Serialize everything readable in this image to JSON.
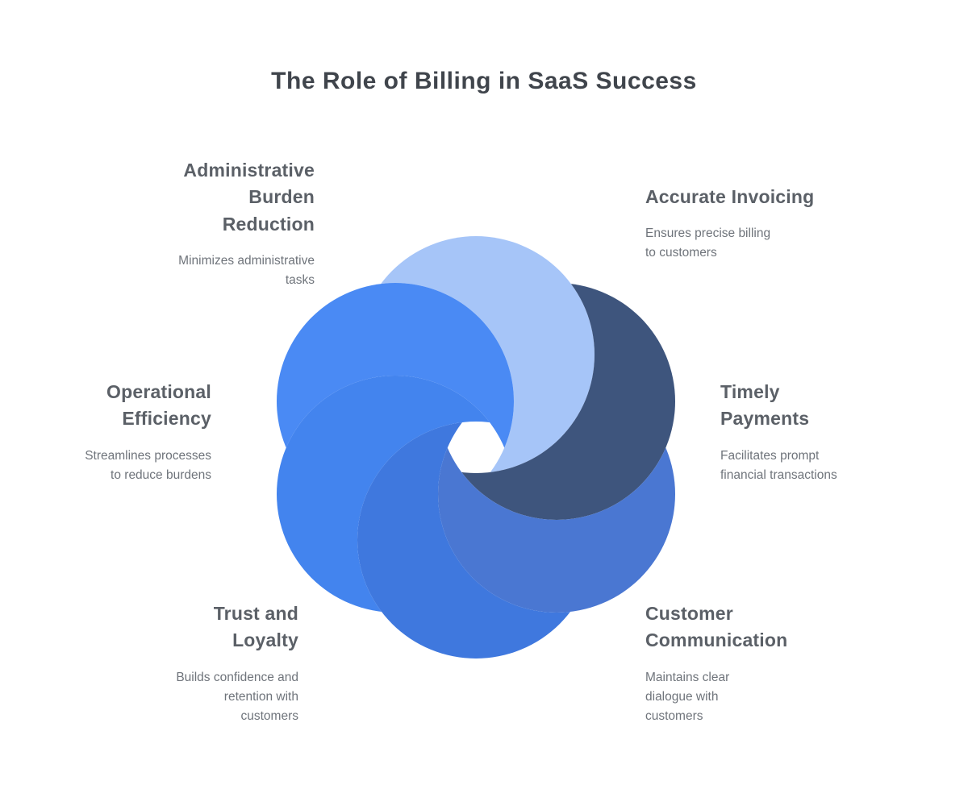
{
  "title": "The Role of Billing in SaaS Success",
  "diagram": {
    "type": "pinwheel",
    "background_color": "#FFFFFF",
    "petal_colors": [
      "#A6C5F8",
      "#3E557D",
      "#4A77D2",
      "#3F78DE",
      "#4384EE",
      "#4A8AF4"
    ],
    "title_color": "#40454C",
    "heading_color": "#5B6067",
    "description_color": "#6F747B"
  },
  "sections": [
    {
      "id": "administrative-burden-reduction",
      "title": "Administrative Burden Reduction",
      "description": "Minimizes administrative tasks"
    },
    {
      "id": "accurate-invoicing",
      "title": "Accurate Invoicing",
      "description": "Ensures precise billing to customers"
    },
    {
      "id": "timely-payments",
      "title": "Timely Payments",
      "description": "Facilitates prompt financial transactions"
    },
    {
      "id": "customer-communication",
      "title": "Customer Communication",
      "description": "Maintains clear dialogue with customers"
    },
    {
      "id": "trust-and-loyalty",
      "title": "Trust and Loyalty",
      "description": "Builds confidence and retention with customers"
    },
    {
      "id": "operational-efficiency",
      "title": "Operational Efficiency",
      "description": "Streamlines processes to reduce burdens"
    }
  ]
}
